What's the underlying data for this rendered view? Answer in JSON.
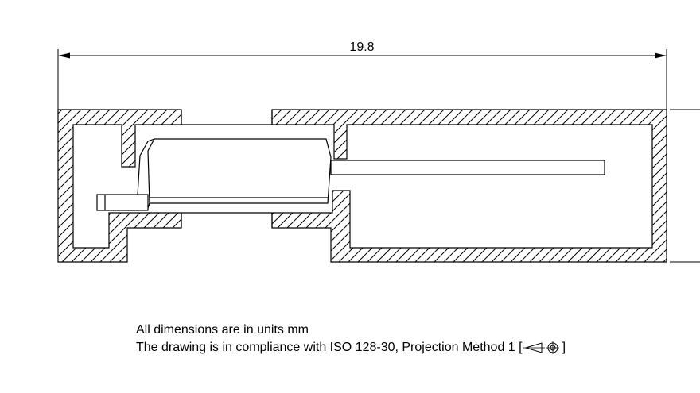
{
  "dimensions": {
    "overall_width": "19.8"
  },
  "notes": {
    "line1": "All dimensions are in units mm",
    "line2_prefix": "The drawing is in compliance with ISO 128-30, Projection Method 1 [",
    "line2_suffix": "]",
    "projection_symbol": "first-angle-projection-icon"
  }
}
